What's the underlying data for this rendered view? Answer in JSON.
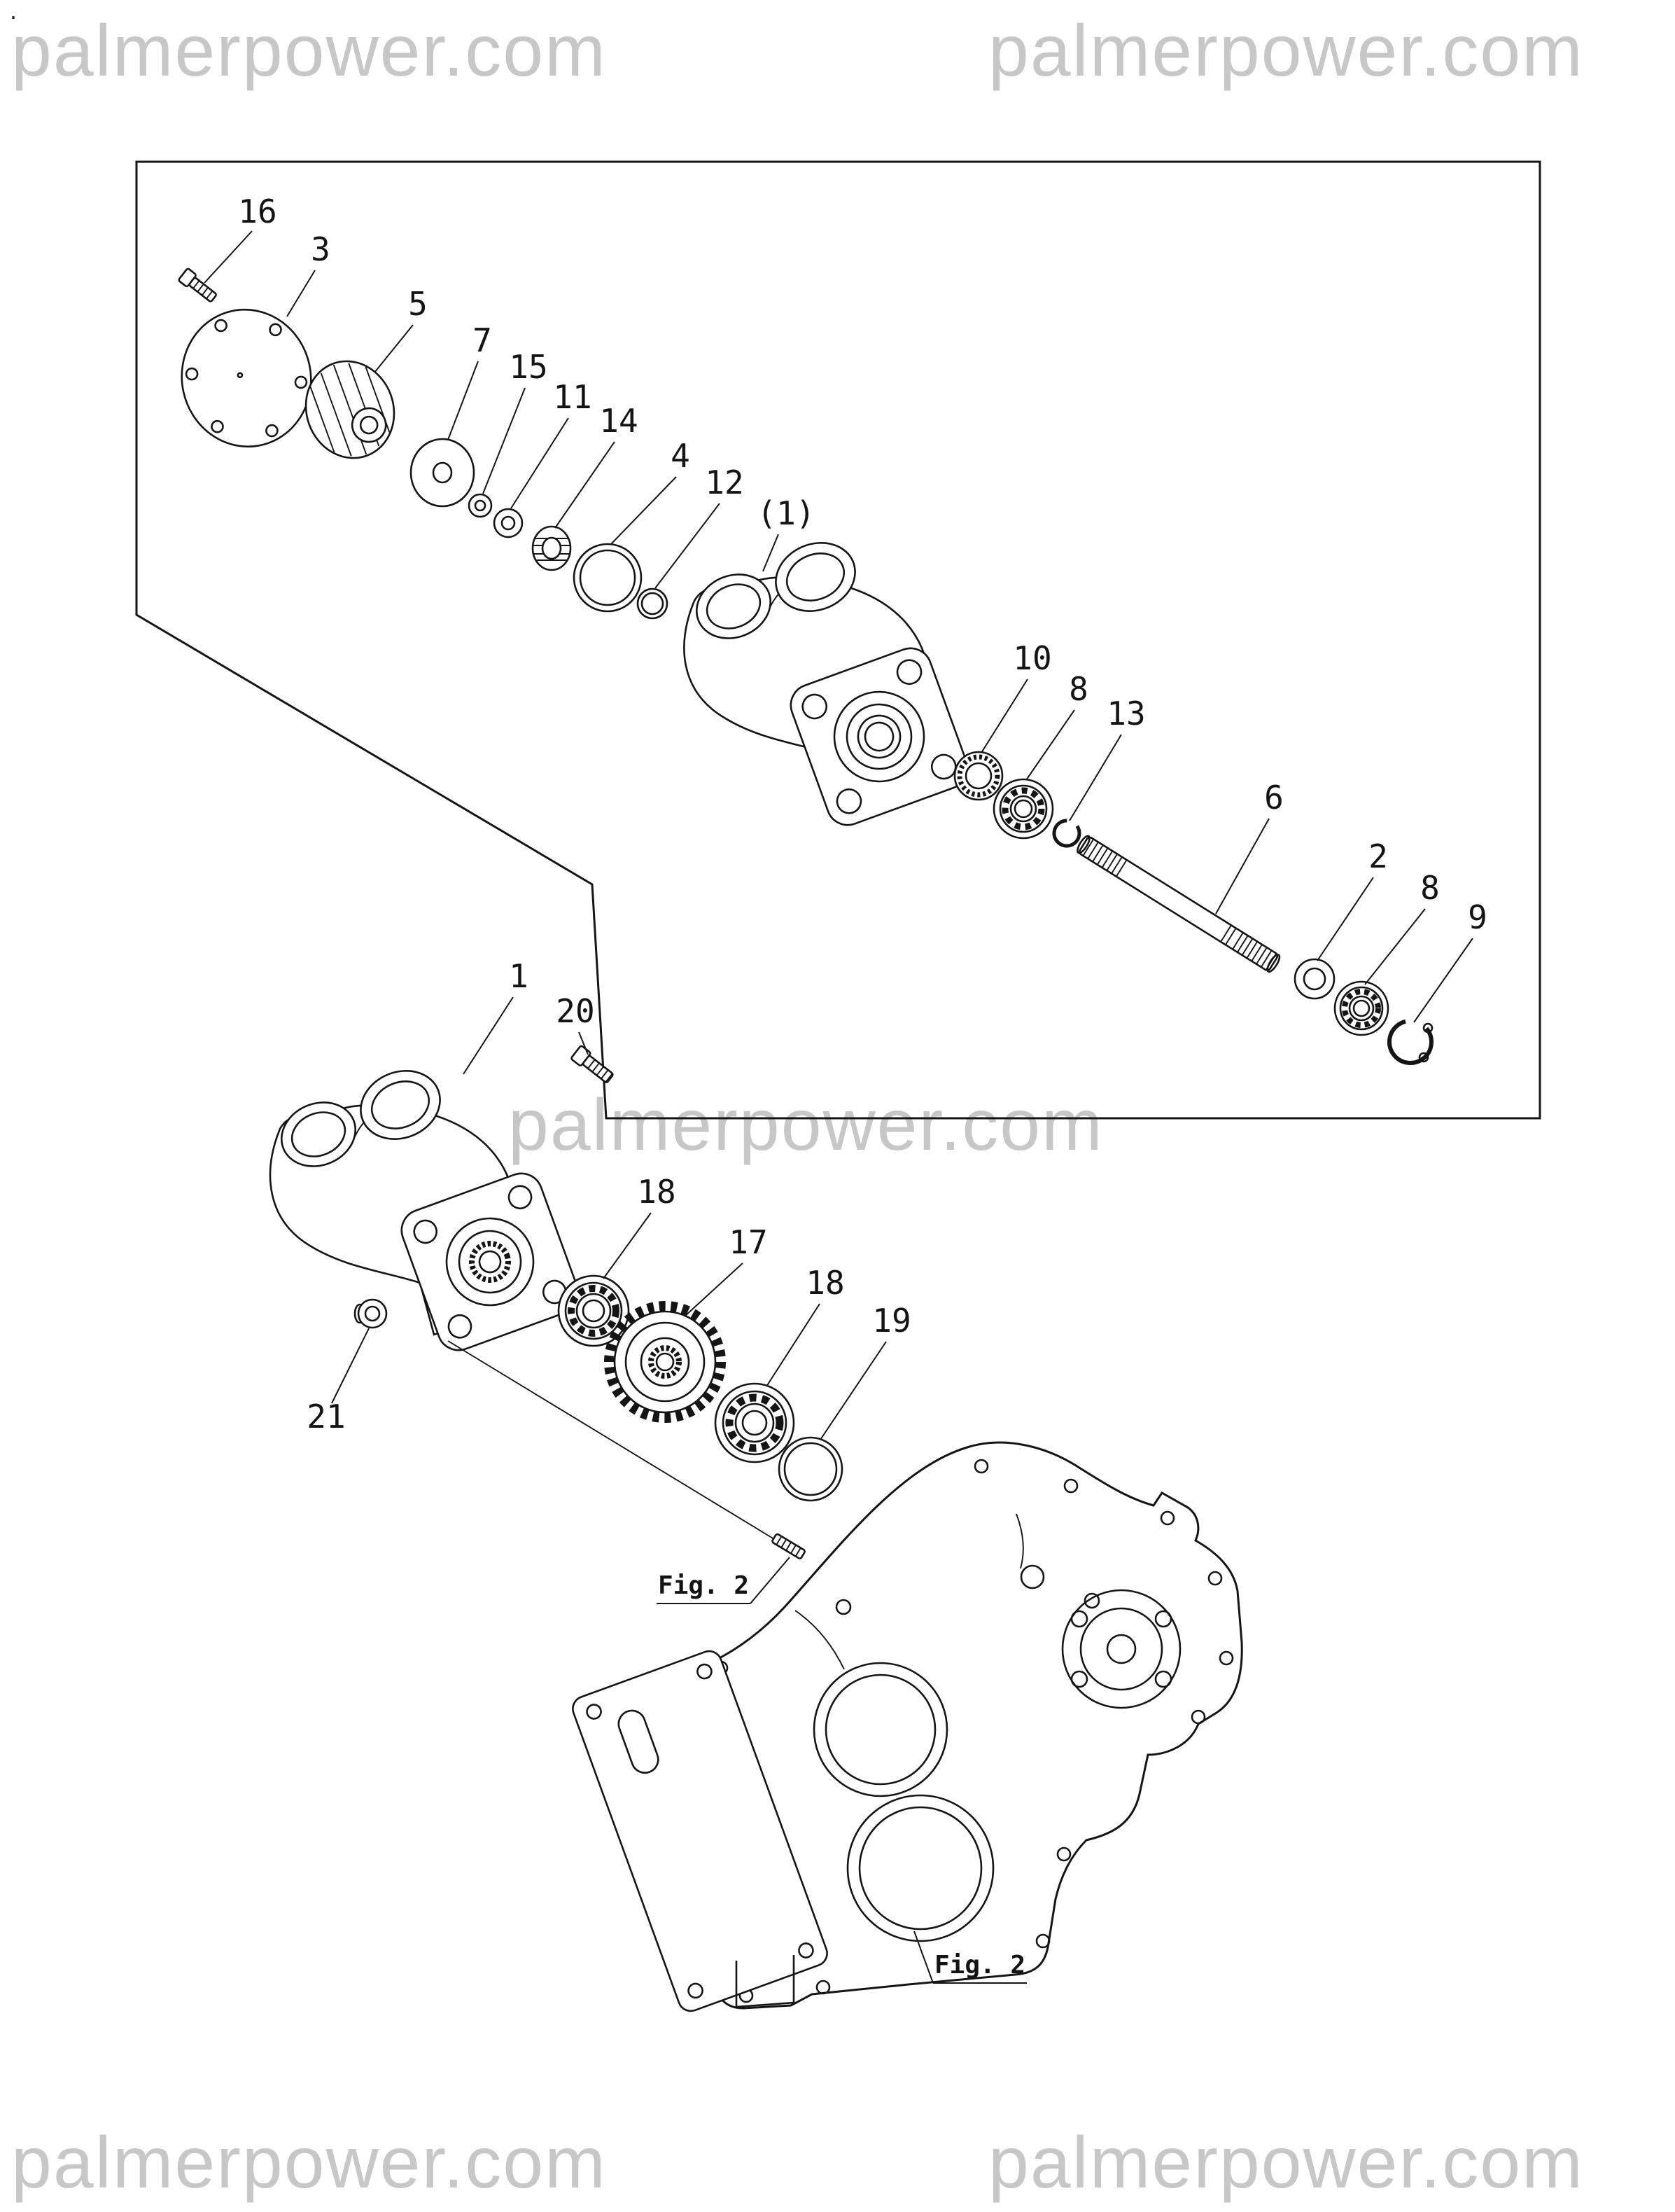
{
  "watermark": {
    "text": "palmerpower.com"
  },
  "corner_dot": ".",
  "figure_refs": {
    "fig2": "Fig. 2"
  },
  "callouts": {
    "n1": "1",
    "n2": "2",
    "n3": "3",
    "n4": "4",
    "n5": "5",
    "n6": "6",
    "n7": "7",
    "n8": "8",
    "n9": "9",
    "n10": "10",
    "n11": "11",
    "n12": "12",
    "n13": "13",
    "n14": "14",
    "n15": "15",
    "n16": "16",
    "n17": "17",
    "n18": "18",
    "n19": "19",
    "n20": "20",
    "n21": "21",
    "p1": "(1)"
  }
}
